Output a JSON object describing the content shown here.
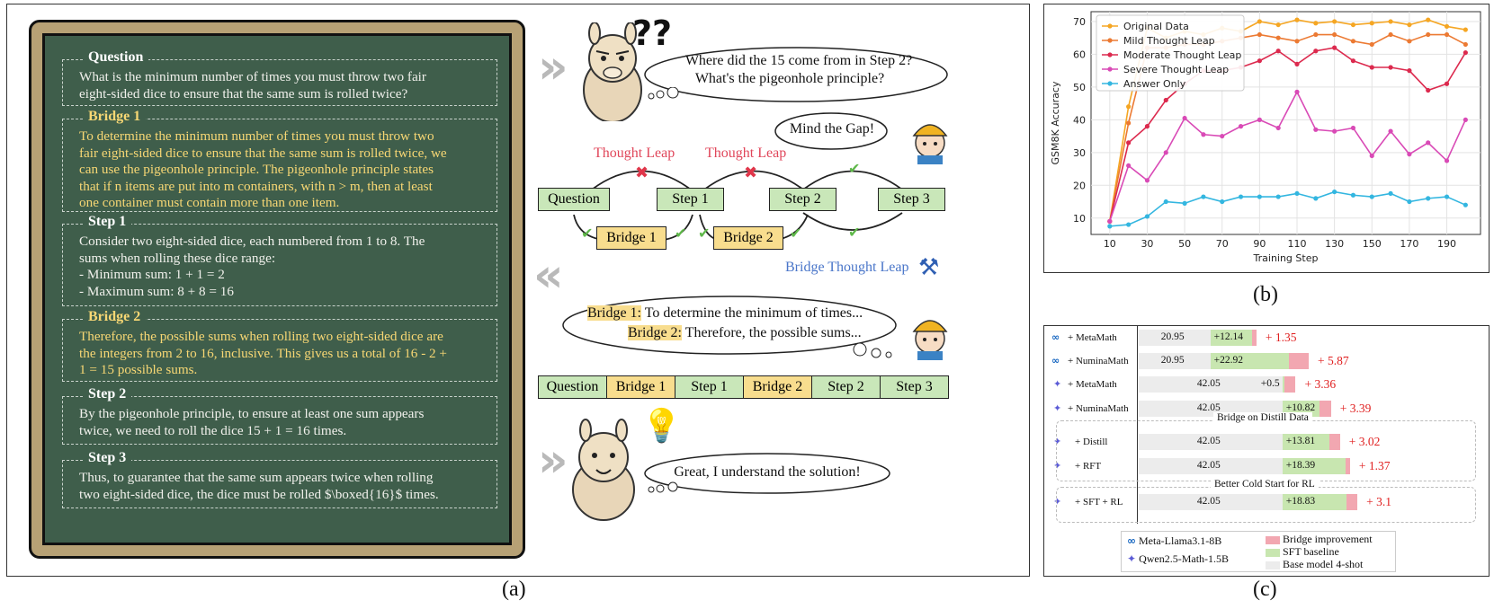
{
  "captions": {
    "a": "(a)",
    "b": "(b)",
    "c": "(c)"
  },
  "board": {
    "sections": [
      {
        "title": "Question",
        "style": "white",
        "body": "What is the minimum number of times you must throw two fair\neight-sided dice to ensure that the same sum is rolled twice?"
      },
      {
        "title": "Bridge 1",
        "style": "yellow",
        "body": "To determine the minimum number of times you must throw two\nfair eight-sided dice to ensure that the same sum is rolled twice, we\ncan use the pigeonhole principle. The pigeonhole principle states\nthat if  n items are put into m containers, with n > m, then at least\none container must contain more than one item."
      },
      {
        "title": "Step 1",
        "style": "white",
        "body": "Consider two eight-sided dice, each numbered from 1 to 8. The\nsums when rolling these dice range:\n- Minimum sum: 1 + 1 = 2\n- Maximum sum: 8 + 8 = 16"
      },
      {
        "title": "Bridge 2",
        "style": "yellow",
        "body": "Therefore, the possible sums when rolling two eight-sided dice are\nthe integers from 2 to 16, inclusive. This gives us a total of 16 - 2 +\n1 = 15 possible sums."
      },
      {
        "title": "Step 2",
        "style": "white",
        "body": "By the pigeonhole principle, to ensure at least one sum appears\ntwice, we need to roll the dice 15 + 1 = 16 times."
      },
      {
        "title": "Step 3",
        "style": "white",
        "body": "Thus, to guarantee that the same sum appears twice when rolling\ntwo eight-sided dice, the dice must be rolled $\\boxed{16}$ times."
      }
    ]
  },
  "diagram": {
    "question_marks": "??",
    "confused_cloud": [
      "Where did the 15 come from in Step 2?",
      "What's the pigeonhole principle?"
    ],
    "mind_gap": "Mind the Gap!",
    "thought_leap_1": "Thought Leap",
    "thought_leap_2": "Thought Leap",
    "nodes_top": [
      "Question",
      "Step 1",
      "Step 2",
      "Step 3"
    ],
    "nodes_bridge": [
      "Bridge 1",
      "Bridge 2"
    ],
    "bridge_title": "Bridge Thought Leap",
    "bridge_cloud_line1_tag": "Bridge 1:",
    "bridge_cloud_line1": " To determine the minimum of times...",
    "bridge_cloud_line2_tag": "Bridge 2:",
    "bridge_cloud_line2": " Therefore, the possible sums...",
    "sequence": [
      "Question",
      "Bridge 1",
      "Step 1",
      "Bridge 2",
      "Step 2",
      "Step 3"
    ],
    "understand_cloud": "Great, I understand the solution!"
  },
  "chart_data": [
    {
      "type": "line",
      "title": "",
      "xlabel": "Training Step",
      "ylabel": "GSM8K Accuracy",
      "xlim": [
        0,
        208
      ],
      "ylim": [
        5,
        73
      ],
      "xticks": [
        10,
        30,
        50,
        70,
        90,
        110,
        130,
        150,
        170,
        190
      ],
      "yticks": [
        10,
        20,
        30,
        40,
        50,
        60,
        70
      ],
      "legend": "top-left",
      "grid": true,
      "x": [
        10,
        20,
        30,
        40,
        50,
        60,
        70,
        80,
        90,
        100,
        110,
        120,
        130,
        140,
        150,
        160,
        170,
        180,
        190,
        200
      ],
      "series": [
        {
          "name": "Original Data",
          "color": "#f5a623",
          "values": [
            9,
            44,
            68,
            65,
            67,
            66,
            68,
            67,
            70,
            69,
            70.5,
            69.5,
            70,
            69,
            69.5,
            70,
            69,
            70.5,
            68.5,
            67.5
          ]
        },
        {
          "name": "Mild Thought Leap",
          "color": "#ec7a33",
          "values": [
            9,
            39,
            62,
            62,
            63,
            63,
            64,
            65,
            66,
            65,
            64,
            66,
            66,
            64,
            63,
            66,
            64,
            66,
            66,
            63
          ]
        },
        {
          "name": "Moderate Thought Leap",
          "color": "#dc2a4e",
          "values": [
            9,
            33,
            38,
            46,
            51,
            55,
            55,
            56,
            58,
            61,
            57,
            61,
            62,
            58,
            56,
            56,
            55,
            49,
            51,
            60.5
          ]
        },
        {
          "name": "Severe Thought Leap",
          "color": "#d94ab6",
          "values": [
            9,
            26,
            21.5,
            30,
            40.5,
            35.5,
            35,
            38,
            40,
            37.5,
            48.5,
            37,
            36.5,
            37.5,
            29,
            36.5,
            29.5,
            33,
            27.5,
            40
          ]
        },
        {
          "name": "Answer Only",
          "color": "#33b6e0",
          "values": [
            7.5,
            8,
            10.5,
            15,
            14.5,
            16.5,
            15,
            16.5,
            16.5,
            16.5,
            17.5,
            16,
            18,
            17,
            16.5,
            17.5,
            15,
            16,
            16.5,
            14
          ]
        }
      ]
    },
    {
      "type": "bar",
      "title": "",
      "xlabel": "",
      "ylabel": "",
      "rows": [
        {
          "model": "llama",
          "label": "+ MetaMath",
          "base": 20.95,
          "sft": 12.14,
          "bridge": 1.35,
          "base_label": "20.95",
          "sft_label": "+12.14",
          "bridge_label": "+ 1.35"
        },
        {
          "model": "llama",
          "label": "+ NuminaMath",
          "base": 20.95,
          "sft": 22.92,
          "bridge": 5.87,
          "base_label": "20.95",
          "sft_label": "+22.92",
          "bridge_label": "+ 5.87"
        },
        {
          "model": "qwen",
          "label": "+ MetaMath",
          "base": 42.05,
          "sft": 0.5,
          "bridge": 3.36,
          "base_label": "42.05",
          "sft_label": "+0.5",
          "bridge_label": "+ 3.36"
        },
        {
          "model": "qwen",
          "label": "+ NuminaMath",
          "base": 42.05,
          "sft": 10.82,
          "bridge": 3.39,
          "base_label": "42.05",
          "sft_label": "+10.82",
          "bridge_label": "+ 3.39"
        },
        {
          "model": "qwen",
          "label": "+ Distill",
          "base": 42.05,
          "sft": 13.81,
          "bridge": 3.02,
          "base_label": "42.05",
          "sft_label": "+13.81",
          "bridge_label": "+ 3.02"
        },
        {
          "model": "qwen",
          "label": "+ RFT",
          "base": 42.05,
          "sft": 18.39,
          "bridge": 1.37,
          "base_label": "42.05",
          "sft_label": "+18.39",
          "bridge_label": "+ 1.37"
        },
        {
          "model": "qwen",
          "label": "+ SFT + RL",
          "base": 42.05,
          "sft": 18.83,
          "bridge": 3.1,
          "base_label": "42.05",
          "sft_label": "+18.83",
          "bridge_label": "+ 3.1"
        }
      ],
      "groups": [
        "Bridge on Distill Data",
        "Better Cold Start for RL"
      ],
      "legend_models": [
        "Meta-Llama3.1-8B",
        "Qwen2.5-Math-1.5B"
      ],
      "legend_bars": [
        {
          "name": "Bridge improvement",
          "color": "#f2a7b1"
        },
        {
          "name": "SFT baseline",
          "color": "#c8e6b0"
        },
        {
          "name": "Base model 4-shot",
          "color": "#ececec"
        }
      ]
    }
  ]
}
